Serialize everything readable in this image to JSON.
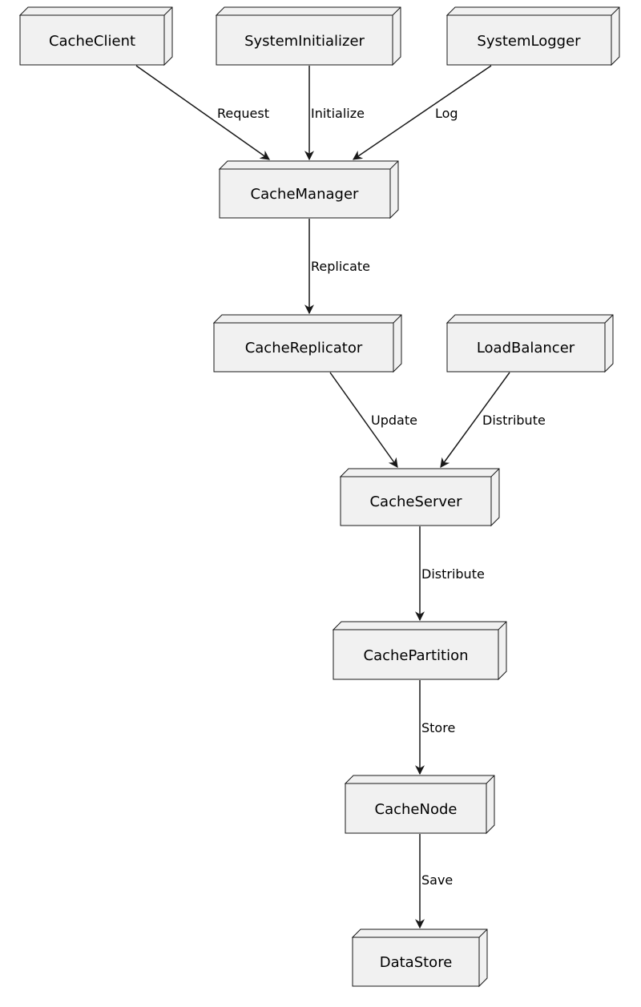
{
  "nodes": {
    "cache_client": "CacheClient",
    "system_initializer": "SystemInitializer",
    "system_logger": "SystemLogger",
    "cache_manager": "CacheManager",
    "cache_replicator": "CacheReplicator",
    "load_balancer": "LoadBalancer",
    "cache_server": "CacheServer",
    "cache_partition": "CachePartition",
    "cache_node": "CacheNode",
    "data_store": "DataStore"
  },
  "edges": {
    "request": "Request",
    "initialize": "Initialize",
    "log": "Log",
    "replicate": "Replicate",
    "update": "Update",
    "distribute_lb": "Distribute",
    "distribute_server": "Distribute",
    "store": "Store",
    "save": "Save"
  },
  "colors": {
    "node_fill": "#f1f1f1",
    "stroke": "#181818"
  }
}
